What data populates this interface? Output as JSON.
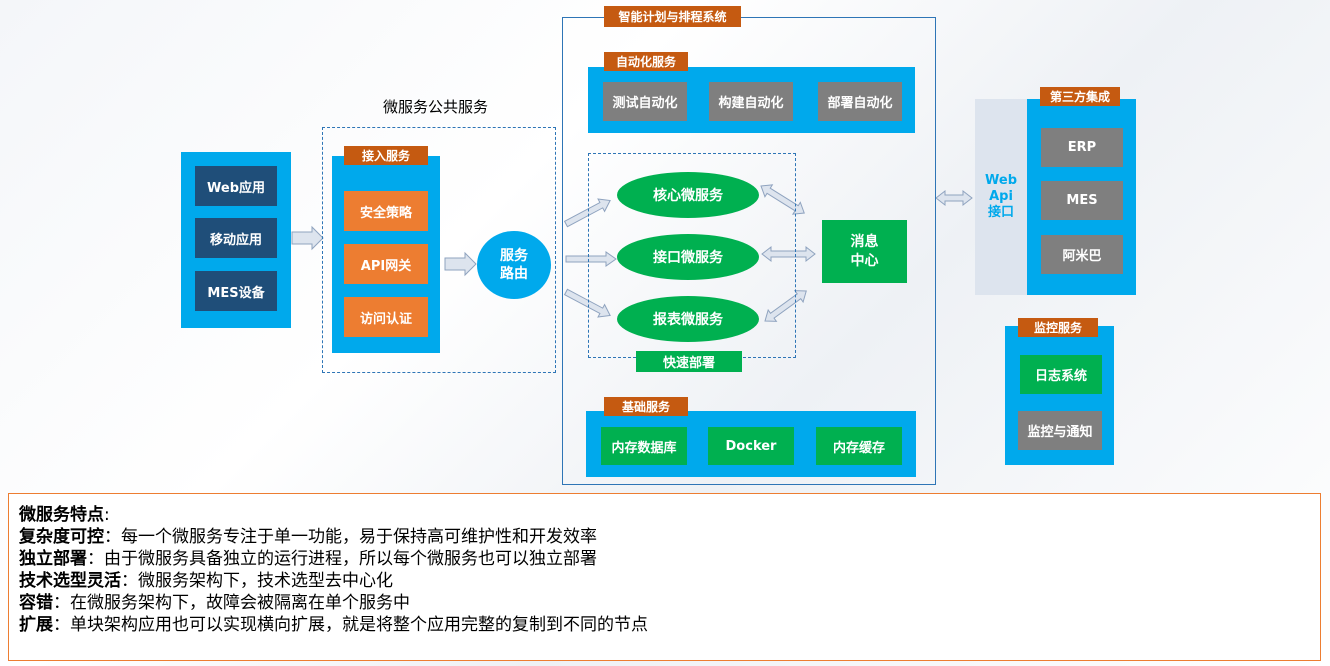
{
  "clients": {
    "items": [
      "Web应用",
      "移动应用",
      "MES设备"
    ]
  },
  "public_services": {
    "title": "微服务公共服务",
    "access": {
      "tag": "接入服务",
      "items": [
        "安全策略",
        "API网关",
        "访问认证"
      ]
    }
  },
  "router": "服务\n路由",
  "system": {
    "tag": "智能计划与排程系统",
    "automation": {
      "tag": "自动化服务",
      "items": [
        "测试自动化",
        "构建自动化",
        "部署自动化"
      ]
    },
    "micro": {
      "items": [
        "核心微服务",
        "接口微服务",
        "报表微服务"
      ],
      "deploy_tag": "快速部署"
    },
    "message": "消息\n中心",
    "base": {
      "tag": "基础服务",
      "items": [
        "内存数据库",
        "Docker",
        "内存缓存"
      ]
    }
  },
  "webapi": "Web\nApi\n接口",
  "third_party": {
    "tag": "第三方集成",
    "items": [
      "ERP",
      "MES",
      "阿米巴"
    ]
  },
  "monitor": {
    "tag": "监控服务",
    "items": [
      "日志系统",
      "监控与通知"
    ]
  },
  "features": {
    "heading": "微服务特点",
    "heading_suffix": ":",
    "lines": [
      {
        "term": "复杂度可控",
        "desc": "：每一个微服务专注于单一功能，易于保持高可维护性和开发效率"
      },
      {
        "term": "独立部署",
        "desc": "：由于微服务具备独立的运行进程，所以每个微服务也可以独立部署"
      },
      {
        "term": "技术选型灵活",
        "desc": "：微服务架构下，技术选型去中心化"
      },
      {
        "term": "容错",
        "desc": "：在微服务架构下，故障会被隔离在单个服务中"
      },
      {
        "term": "扩展",
        "desc": "：单块架构应用也可以实现横向扩展，就是将整个应用完整的复制到不同的节点"
      }
    ]
  },
  "colors": {
    "panel_blue": "#00a9ec",
    "dark_blue": "#1f4e79",
    "orange": "#ed7d31",
    "tag_orange": "#c55a11",
    "gray": "#7f7f7f",
    "green": "#00b050"
  }
}
